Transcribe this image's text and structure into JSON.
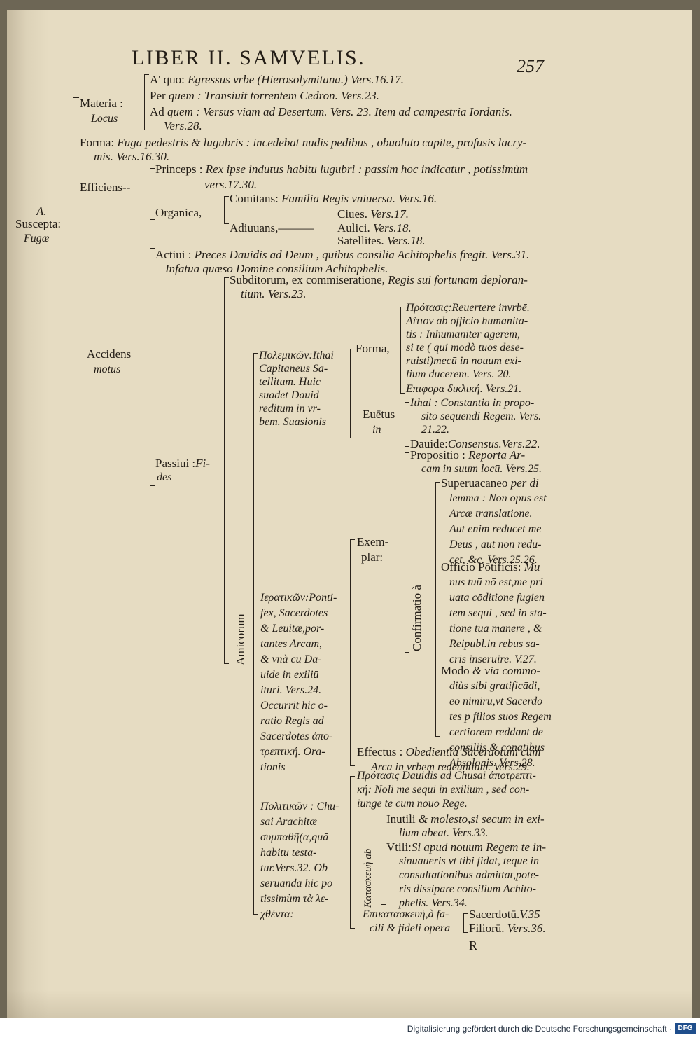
{
  "header": {
    "running_title": "LIBER II. SAMVELIS.",
    "page_number": "257"
  },
  "outline": {
    "a_label": "A.",
    "suscepta": "Suscepta:",
    "fugae": "Fugæ",
    "materia": "Materia :",
    "locus": "Locus",
    "a_quo": "A' quo:",
    "a_quo_text": "Egressus vrbe (Hierosolymitana.) Vers.16.17.",
    "per": "Per",
    "per_text": "quem : Transiuit torrentem Cedron. Vers.23.",
    "ad": "Ad",
    "ad_text": "quem : Versus viam ad Desertum. Vers. 23. Item ad campestria Iordanis.",
    "ad_text2": "Vers.28.",
    "forma": "Forma:",
    "forma_text": "Fuga pedestris & lugubris : incedebat nudis pedibus , obuoluto capite, profusis lacry-",
    "forma_text2": "mis. Vers.16.30.",
    "efficiens": "Efficiens--",
    "princeps": "Princeps :",
    "princeps_text": "Rex ipse indutus habitu lugubri : passim hoc indicatur , potissimùm",
    "princeps_text2": "vers.17.30.",
    "organica": "Organica,",
    "comitans": "Comitans:",
    "comitans_text": "Familia Regis vniuersa. Vers.16.",
    "adiuuans": "Adiuuans,———",
    "ciues": "Ciues.",
    "ciues_v": "Vers.17.",
    "aulici": "Aulici.",
    "aulici_v": "Vers.18.",
    "satellites": "Satellites.",
    "satellites_v": "Vers.18.",
    "accidens": "Accidens",
    "motus": "motus",
    "actiui": "Actiui :",
    "actiui_text": "Preces Dauidis ad Deum , quibus consilia Achitophelis fregit. Vers.31.",
    "actiui_text2": "Infatua quæso Domine consilium Achitophelis.",
    "passiui": "Passiui :",
    "passiui_fi": "Fi-",
    "passiui_des": "des",
    "subditorum": "Subditorum, ex commiseratione,",
    "subditorum_it": "Regis sui fortunam deploran-",
    "subditorum_2": "tium. Vers.23.",
    "amicorum": "Amicorum",
    "polemikon": [
      "Πολεμικῶν:Ithai",
      "Capitaneus Sa-",
      "tellitum. Huic",
      "suadet Dauid",
      "reditum in vr-",
      "bem. Suasionis"
    ],
    "forma2": "Forma,",
    "protasis": [
      "Πρότασις:Reuertere invrbē.",
      "Αἴτιον ab officio humanita-",
      "tis : Inhumaniter agerem,",
      "si te ( qui modò tuos dese-",
      "ruisti)mecū in nouum exi-",
      "lium ducerem. Vers. 20."
    ],
    "epiphora": "Επιφορα δικλική. Vers.21.",
    "euetus": "Euētus",
    "in": "in",
    "ithai": [
      "Ithai : Constantia in propo-",
      "sito sequendi Regem. Vers.",
      "21.22."
    ],
    "dauide": "Dauide:",
    "dauide_text": "Consensus.Vers.22.",
    "hieratikon": [
      "Ιερατικῶν:Ponti-",
      "fex, Sacerdotes",
      "& Leuitæ,por-",
      "tantes Arcam,",
      "& vnà cū Da-",
      "uide in exiliū",
      "ituri. Vers.24.",
      "Occurrit hic o-",
      "ratio Regis ad",
      "Sacerdotes ἀπο-",
      "τρεπτική. Ora-",
      "tionis"
    ],
    "exemplar": "Exem-",
    "plar": "plar:",
    "propositio": "Propositio :",
    "propositio_text": "Reporta Ar-",
    "propositio_text2": "cam in suum locū. Vers.25.",
    "confirmatio": "Confirmatio à",
    "superuacaneo": "Superuacaneo",
    "superuacaneo_rest": [
      "per di",
      "lemma : Non opus est",
      "Arcæ translatione.",
      "Aut enim reducet me",
      "Deus , aut non redu-",
      "cet, &c. Vers.25.26."
    ],
    "officio": "Officio Pōtificis:",
    "officio_rest": [
      "Mu",
      "nus tuū nō est,me pri",
      "uata cōditione fugien",
      "tem sequi , sed in sta-",
      "tione tua manere , &",
      "Reipubl.in rebus sa-",
      "cris inseruire. V.27."
    ],
    "modo": "Modo",
    "modo_rest": [
      "& via commo-",
      "diùs sibi gratificādi,",
      "eo nimirū,vt Sacerdo",
      "tes p filios suos Regem",
      "certiorem reddant de",
      "consilijs & conatibus",
      "Absolonis. Vers.28."
    ],
    "effectus": "Effectus :",
    "effectus_text": "Obedientia Sacerdotum cum",
    "effectus_text2": "Arca in vrbem redeuntium. Vers.29.",
    "politikon": [
      "Πολιτικῶν : Chu-",
      "sai Arachitæ",
      "συμπαθῆ(α,quā",
      "habitu testa-",
      "tur.Vers.32. Ob",
      "seruanda hic po",
      "tissimùm τὰ λε-",
      "χθέντα:"
    ],
    "protasis2": [
      "Πρότασις Dauidis ad Chusai ἀποτρεπτι-",
      "κή: Noli me sequi in exilium , sed con-",
      "iunge te cum nouo Rege."
    ],
    "kataskeue": "Κατασκευὴ ab",
    "inutili": "Inutili",
    "inutili_text": "& molesto,si secum in exi-",
    "inutili_text2": "lium abeat. Vers.33.",
    "vtili": "Vtili:",
    "vtili_text": [
      "Si apud nouum Regem te in-",
      "sinuaueris vt tibi fidat, teque in",
      "consultationibus admittat,pote-",
      "ris dissipare consilium Achito-",
      "phelis. Vers.34."
    ],
    "epikataskeue": "Επικατασκευὴ,à fa-",
    "epikataskeue2": "cili & fideli opera",
    "sacerdotu": "Sacerdotū.",
    "sacerdotu_v": "V.35",
    "filioru": "Filiorū.",
    "filioru_v": "Vers.36.",
    "catchword": "R"
  },
  "footer": {
    "text": "Digitalisierung gefördert durch die Deutsche Forschungsgemeinschaft ·",
    "logo": "DFG"
  }
}
